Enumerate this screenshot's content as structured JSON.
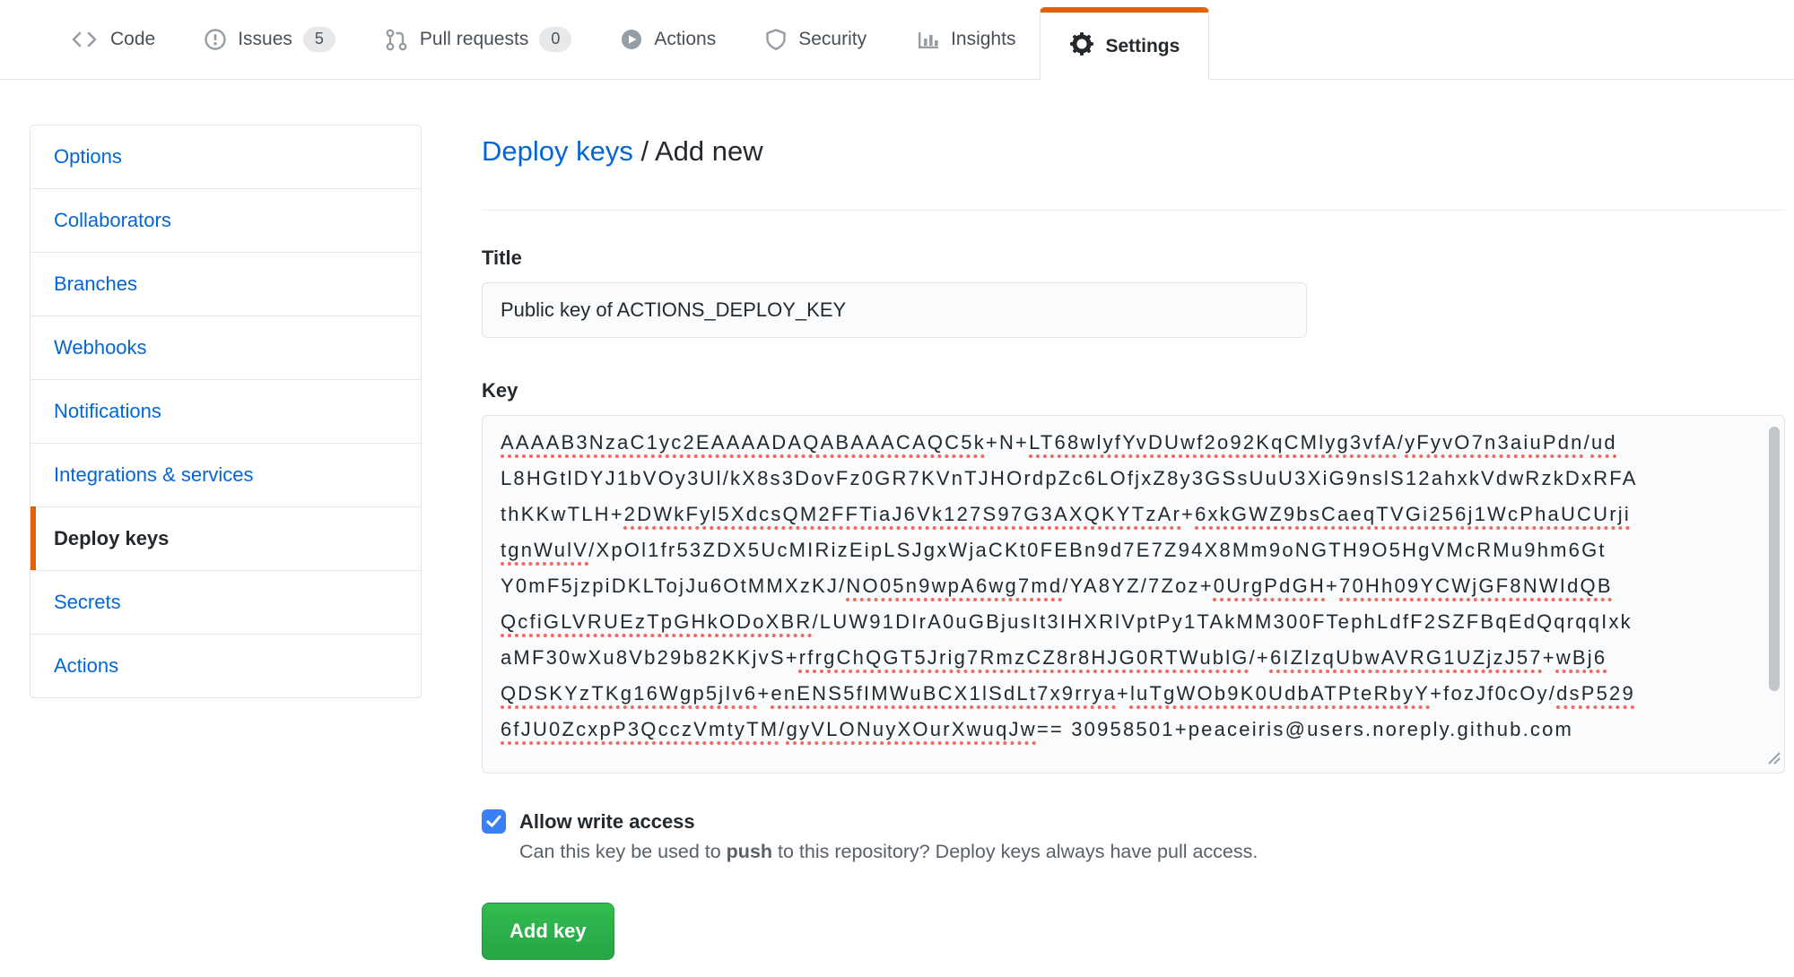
{
  "nav": {
    "tabs": [
      {
        "label": "Code"
      },
      {
        "label": "Issues",
        "count": "5"
      },
      {
        "label": "Pull requests",
        "count": "0"
      },
      {
        "label": "Actions"
      },
      {
        "label": "Security"
      },
      {
        "label": "Insights"
      },
      {
        "label": "Settings",
        "active": true
      }
    ]
  },
  "sidebar": {
    "items": [
      {
        "label": "Options"
      },
      {
        "label": "Collaborators"
      },
      {
        "label": "Branches"
      },
      {
        "label": "Webhooks"
      },
      {
        "label": "Notifications"
      },
      {
        "label": "Integrations & services"
      },
      {
        "label": "Deploy keys",
        "active": true
      },
      {
        "label": "Secrets"
      },
      {
        "label": "Actions"
      }
    ]
  },
  "page": {
    "breadcrumb_link": "Deploy keys",
    "breadcrumb_separator": " / ",
    "breadcrumb_current": "Add new"
  },
  "form": {
    "title_label": "Title",
    "title_value": "Public key of ACTIONS_DEPLOY_KEY",
    "key_label": "Key",
    "key_lines": [
      [
        [
          "AAAAB3NzaC1yc2EAAAADAQABAAACAQC5k",
          1
        ],
        [
          "+N+",
          0
        ],
        [
          "LT68wlyfYvDUwf2o92KqCMlyg3vfA",
          1
        ],
        [
          "/",
          0
        ],
        [
          "yFyvO7n3aiuPdn",
          1
        ],
        [
          "/",
          0
        ],
        [
          "ud",
          1
        ]
      ],
      [
        [
          "L8HGtlDYJ1bVOy3Ul/kX8s3DovFz0GR7KVnTJHOrdpZc6LOfjxZ8y3GSsUuU3XiG9nslS12ahxkVdwRzkDxRFA",
          0
        ]
      ],
      [
        [
          "thKKwTLH+",
          0
        ],
        [
          "2DWkFyl5XdcsQM2FFTiaJ6Vk127S97G3AXQKYTzAr",
          1
        ],
        [
          "+",
          0
        ],
        [
          "6xkGWZ9bsCaeqTVGi256j1WcPhaUCUrji",
          1
        ]
      ],
      [
        [
          "tgnWulV",
          1
        ],
        [
          "/XpOl1fr53ZDX5UcMIRizEipLSJgxWjaCKt0FEBn9d7E7Z94X8Mm9oNGTH9O5HgVMcRMu9hm6Gt",
          0
        ]
      ],
      [
        [
          "Y0mF5jzpiDKLTojJu6OtMMXzKJ/",
          0
        ],
        [
          "NO05n9wpA6wg7md",
          1
        ],
        [
          "/YA8YZ/7Zoz+",
          0
        ],
        [
          "0UrgPdGH",
          1
        ],
        [
          "+",
          0
        ],
        [
          "70Hh09YCWjGF8NWIdQB",
          1
        ]
      ],
      [
        [
          "QcfiGLVRUEzTpGHkODoXBR",
          1
        ],
        [
          "/LUW91DIrA0uGBjusIt3IHXRlVptPy1TAkMM300FTephLdfF2SZFBqEdQqrqqIxk",
          0
        ]
      ],
      [
        [
          "aMF30wXu8Vb29b82KKjvS+",
          0
        ],
        [
          "rfrgChQGT5Jrig7RmzCZ8r8HJG0RTWublG",
          1
        ],
        [
          "/+",
          0
        ],
        [
          "6IZlzqUbwAVRG1UZjzJ57",
          1
        ],
        [
          "+",
          0
        ],
        [
          "wBj6",
          1
        ]
      ],
      [
        [
          "QDSKYzTKg16Wgp5jIv6",
          1
        ],
        [
          "+",
          0
        ],
        [
          "enENS5fIMWuBCX1lSdLt7x9rrya",
          1
        ],
        [
          "+",
          0
        ],
        [
          "luTgWOb9K0UdbATPteRbyY",
          1
        ],
        [
          "+",
          0
        ],
        [
          "fozJf0cOy/",
          0
        ],
        [
          "dsP529",
          1
        ]
      ],
      [
        [
          "6fJU0ZcxpP3QcczVmtyTM",
          1
        ],
        [
          "/",
          0
        ],
        [
          "gyVLONuyXOurXwuqJw",
          1
        ],
        [
          "== 30958501+peaceiris@users.noreply.github.com",
          0
        ]
      ]
    ],
    "allow_write_label": "Allow write access",
    "allow_write_desc_prefix": "Can this key be used to ",
    "allow_write_desc_bold": "push",
    "allow_write_desc_suffix": " to this repository? Deploy keys always have pull access.",
    "submit_label": "Add key"
  },
  "colors": {
    "accent_orange": "#e36209",
    "link_blue": "#0366d6",
    "button_green": "#2ea745",
    "checkbox_blue": "#3b7ff5",
    "squiggle_red": "#ef6a5f"
  }
}
